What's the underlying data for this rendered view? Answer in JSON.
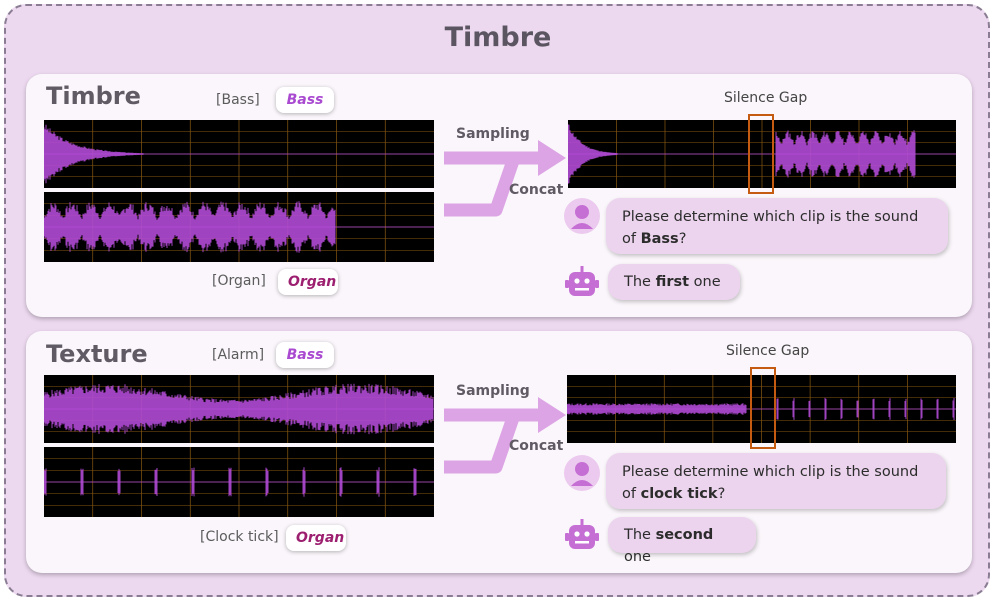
{
  "title": "Timbre",
  "panels": [
    {
      "title": "Timbre",
      "clip1": {
        "label": "[Bass]",
        "tag": "Bass"
      },
      "clip2": {
        "label": "[Organ]",
        "tag": "Organ"
      },
      "arrow": {
        "top": "Sampling",
        "bottom": "Concat"
      },
      "gap_label": "Silence Gap",
      "question": {
        "prefix": "Please determine which clip is the sound of",
        "target": "Bass",
        "suffix": "?"
      },
      "answer": {
        "prefix": "The",
        "bold": "first",
        "suffix": "one"
      }
    },
    {
      "title": "Texture",
      "clip1": {
        "label": "[Alarm]",
        "tag": "Bass"
      },
      "clip2": {
        "label": "[Clock tick]",
        "tag": "Organ"
      },
      "arrow": {
        "top": "Sampling",
        "bottom": "Concat"
      },
      "gap_label": "Silence Gap",
      "question": {
        "prefix": "Please determine which clip is the sound of",
        "target": "clock tick",
        "suffix": "?"
      },
      "answer": {
        "prefix": "The",
        "bold": "second",
        "suffix": "one"
      }
    }
  ],
  "colors": {
    "panel_bg": "#faf6fb",
    "outer_bg": "#ecd8ef",
    "waveform": "#b24bd6",
    "grid": "#8a5a12",
    "gap_box": "#c55a11",
    "bass_tag": "#a94ad1",
    "organ_tag": "#9c1f70",
    "bubble": "#ecd4ee",
    "arrow": "#dca4e4"
  }
}
